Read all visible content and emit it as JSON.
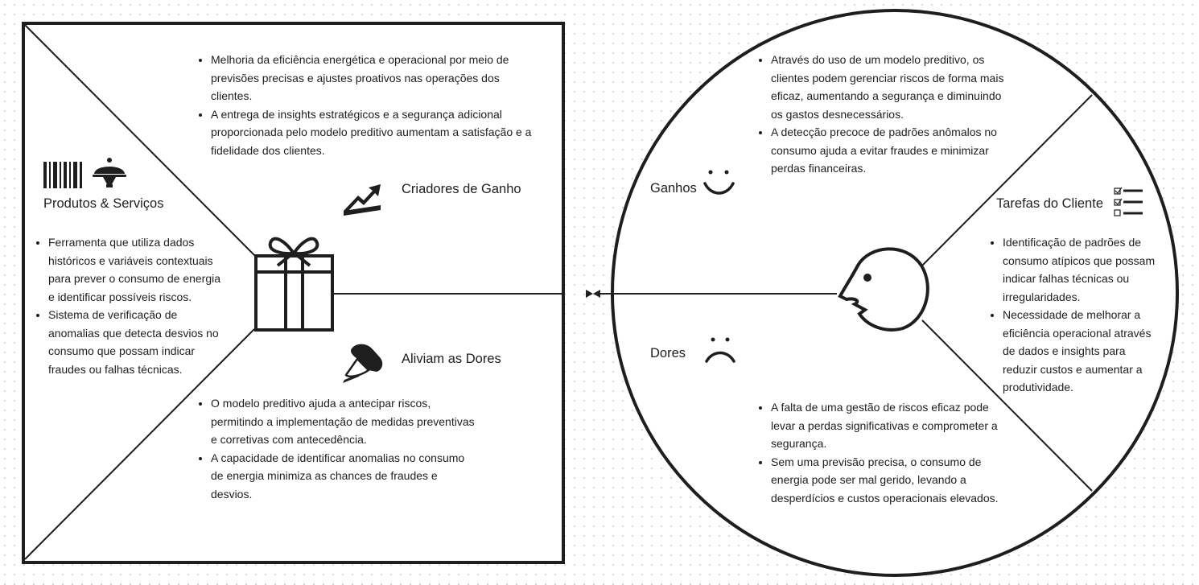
{
  "product_map": {
    "products_services": {
      "title": "Produtos & Serviços",
      "items": [
        "Ferramenta que utiliza dados históricos e variáveis contextuais para prever o consumo de energia e identificar possíveis riscos.",
        "Sistema de verificação de anomalias que detecta desvios no consumo que possam indicar fraudes ou falhas técnicas."
      ]
    },
    "gain_creators": {
      "title": "Criadores de Ganho",
      "items": [
        "Melhoria da eficiência energética e operacional por meio de previsões precisas e ajustes proativos nas operações dos clientes.",
        "A entrega de insights estratégicos e a segurança adicional proporcionada pelo modelo preditivo aumentam a satisfação e a fidelidade dos clientes."
      ]
    },
    "pain_relievers": {
      "title": "Aliviam as Dores",
      "items": [
        "O modelo preditivo ajuda a antecipar riscos, permitindo a implementação de medidas preventivas e corretivas com antecedência.",
        " A capacidade de identificar anomalias no consumo de energia minimiza as chances de fraudes e desvios."
      ]
    }
  },
  "customer_profile": {
    "gains": {
      "title": "Ganhos",
      "items": [
        "Através do uso de um modelo preditivo, os clientes podem gerenciar riscos de forma mais eficaz, aumentando a segurança e diminuindo os gastos desnecessários.",
        "A detecção precoce de padrões anômalos no consumo ajuda a evitar fraudes e minimizar perdas financeiras."
      ]
    },
    "customer_jobs": {
      "title": "Tarefas do Cliente",
      "items": [
        "Identificação de padrões de consumo atípicos que possam indicar falhas técnicas ou irregularidades.",
        "Necessidade de melhorar a eficiência operacional através de dados e insights para reduzir custos e aumentar a produtividade."
      ]
    },
    "pains": {
      "title": "Dores",
      "items": [
        "A falta de uma gestão de riscos eficaz pode levar a perdas significativas e comprometer a segurança.",
        "Sem uma previsão precisa, o consumo de energia pode ser mal gerido, levando a desperdícios e custos operacionais elevados."
      ]
    }
  },
  "icons": {
    "products": [
      "barcode-icon",
      "cloche-icon"
    ],
    "gain_creators": "rising-chart-icon",
    "pain_relievers": "pill-icon",
    "center": "gift-icon",
    "gains": "smile-icon",
    "pains": "frown-icon",
    "customer_jobs": "checklist-icon",
    "customer": "face-profile-icon"
  },
  "colors": {
    "stroke": "#1e1e1e",
    "background": "#ffffff"
  }
}
